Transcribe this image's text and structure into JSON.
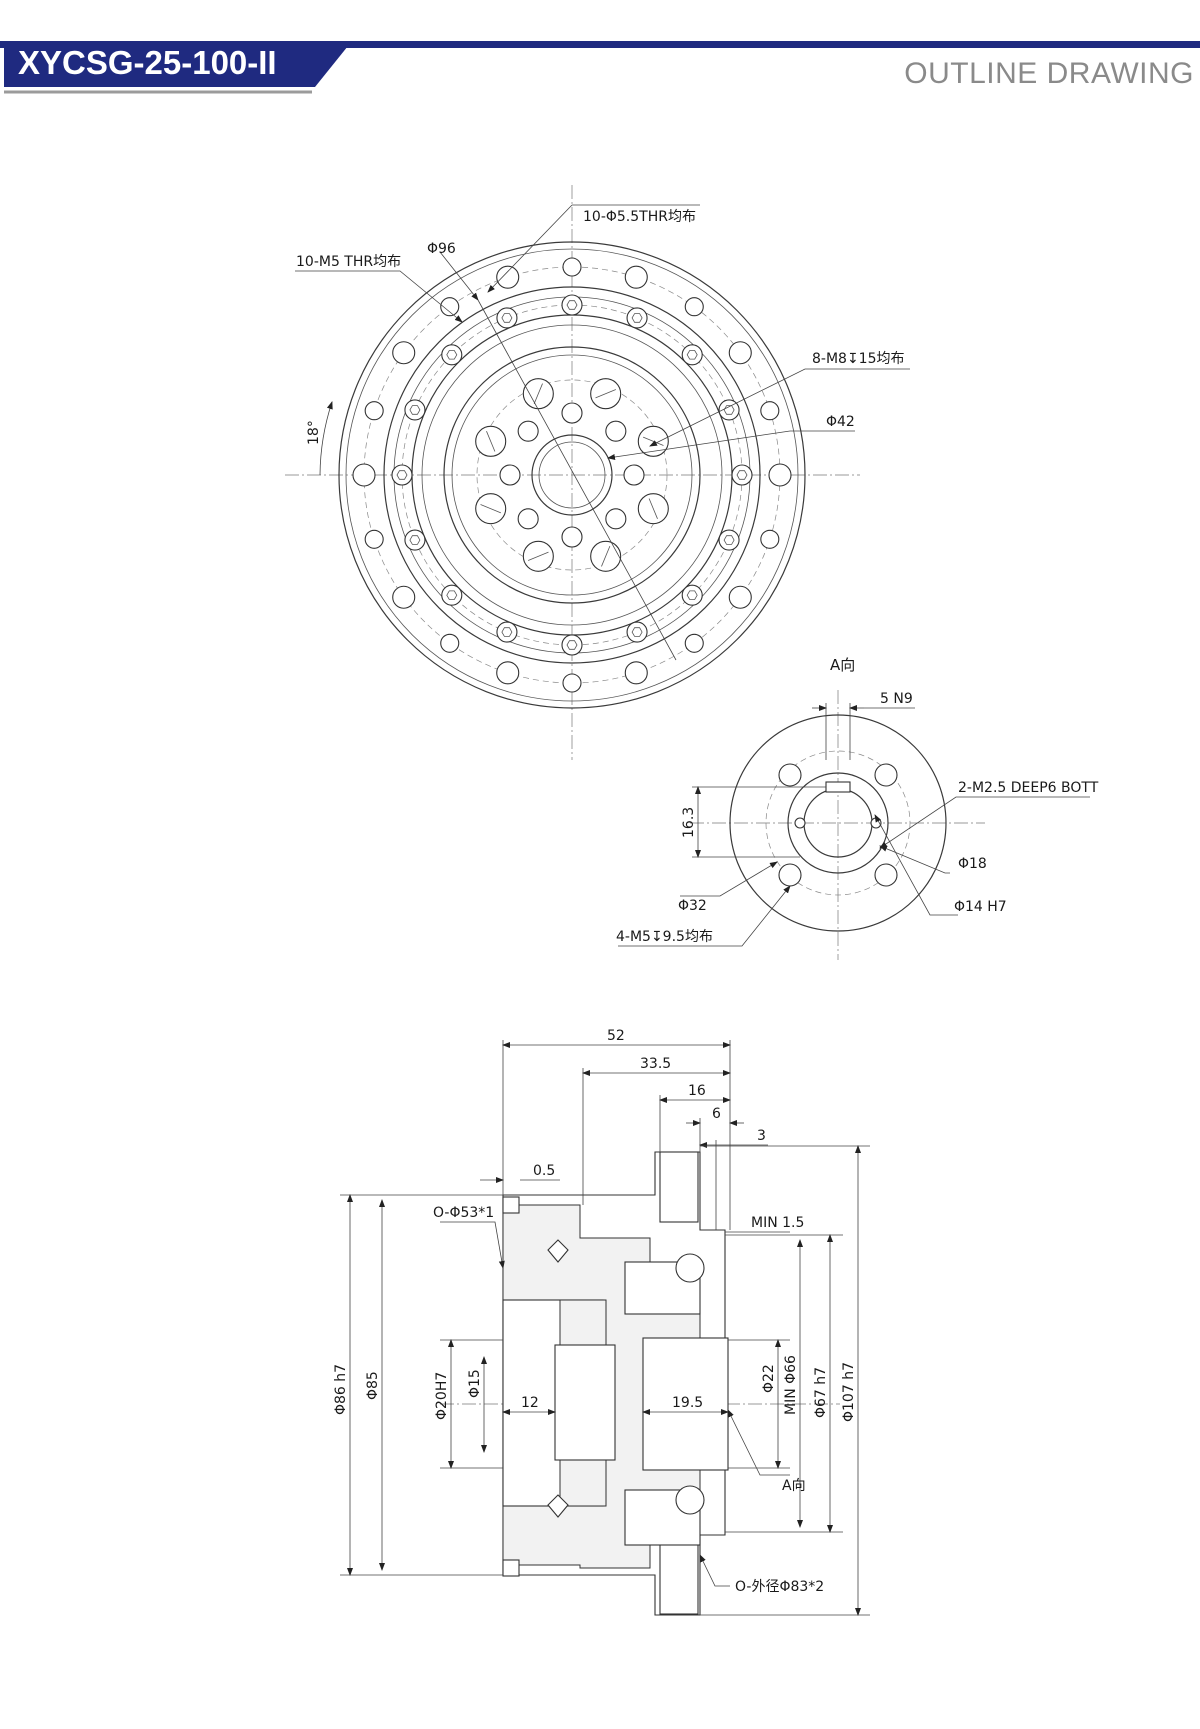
{
  "header": {
    "model": "XYCSG-25-100-II",
    "subtitle": "OUTLINE DRAWING",
    "colors": {
      "bar": "#1f2a80",
      "gray_rule": "#9b9b9b"
    }
  },
  "front_view": {
    "labels": {
      "holes_thru_55": "10-Φ5.5THR均布",
      "holes_m5_thru": "10-M5 THR均布",
      "dia_96": "Φ96",
      "holes_m8": "8-M8↧15均布",
      "dia_42": "Φ42",
      "angle_18": "18°"
    }
  },
  "view_a": {
    "labels": {
      "title": "A向",
      "keyway": "5 N9",
      "tapped": "2-M2.5 DEEP6 BOTT",
      "key_height": "16.3",
      "dia_18": "Φ18",
      "dia_32": "Φ32",
      "dia_14": "Φ14 H7",
      "holes_m5": "4-M5↧9.5均布"
    }
  },
  "section_view": {
    "labels": {
      "len_52": "52",
      "len_33_5": "33.5",
      "len_16": "16",
      "len_6": "6",
      "len_3": "3",
      "len_0_5": "0.5",
      "oring_1": "O-Φ53*1",
      "min_1_5": "MIN 1.5",
      "dia_86": "Φ86 h7",
      "dia_85": "Φ85",
      "dia_20": "Φ20H7",
      "dia_15": "Φ15",
      "len_12": "12",
      "len_19_5": "19.5",
      "dia_22": "Φ22",
      "min_66": "MIN Φ66",
      "dia_67": "Φ67 h7",
      "dia_107": "Φ107 h7",
      "view_a_ref": "A向",
      "oring_2": "O-外径Φ83*2"
    }
  }
}
